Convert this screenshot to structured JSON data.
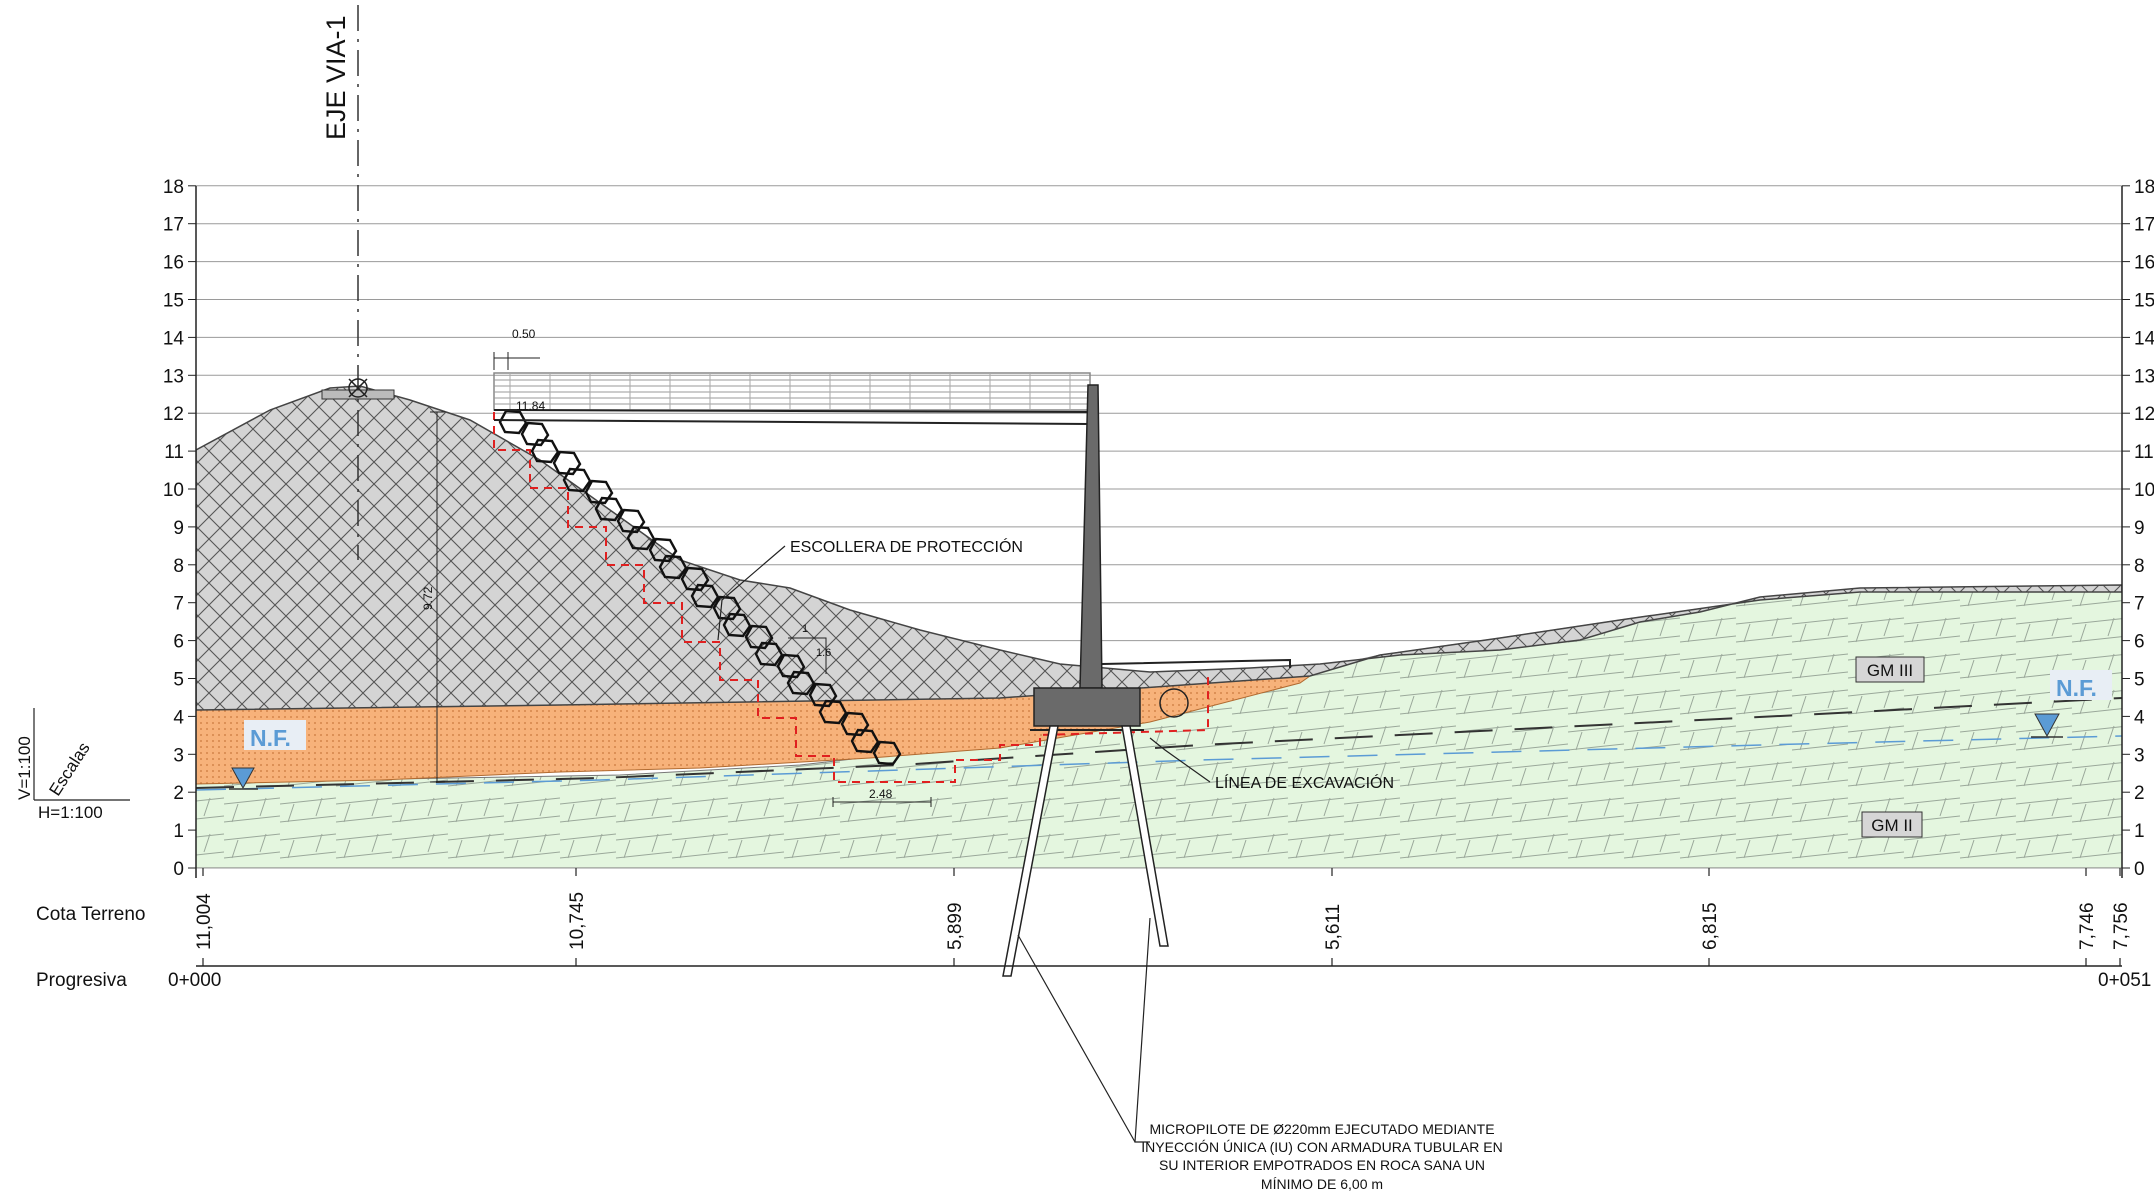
{
  "axis_title": "EJE VIA-1",
  "y_axis": {
    "min": 0,
    "max": 18,
    "step": 1,
    "ticks": [
      "0",
      "1",
      "2",
      "3",
      "4",
      "5",
      "6",
      "7",
      "8",
      "9",
      "10",
      "11",
      "12",
      "13",
      "14",
      "15",
      "16",
      "17",
      "18"
    ]
  },
  "scales": {
    "title": "Escalas",
    "vertical": "V=1:100",
    "horizontal": "H=1:100"
  },
  "rows": {
    "terrain_label": "Cota Terreno",
    "chainage_label": "Progresiva"
  },
  "terrain_values": [
    "11,004",
    "10,745",
    "5,899",
    "5,611",
    "6,815",
    "7,746",
    "7,756"
  ],
  "chainage": {
    "start": "0+000",
    "end": "0+051"
  },
  "water_level_label": "N.F.",
  "geotech_units": [
    "GM III",
    "GM II"
  ],
  "annotations": {
    "rockfill": "ESCOLLERA DE PROTECCIÓN",
    "excavation_line": "LÍNEA DE EXCAVACIÓN",
    "micropile_note": [
      "MICROPILOTE DE Ø220mm EJECUTADO MEDIANTE",
      "INYECCIÓN ÚNICA (IU) CON ARMADURA TUBULAR EN",
      "SU INTERIOR EMPOTRADOS EN ROCA SANA UN",
      "MÍNIMO DE 6,00 m"
    ]
  },
  "dimensions": {
    "railing_offset": "0.50",
    "deck_level": "11.84",
    "wall_height": "9.72",
    "slope_ratio_v": "1",
    "slope_ratio_h": "1.6",
    "toe_width": "2.48"
  },
  "colors": {
    "fill_gray": "#d4d4d4",
    "fill_orange": "#f7b27a",
    "fill_green": "#e4f6df",
    "water_blue": "#5b9bd5",
    "red_dash": "#e02020",
    "structure": "#6a6a6a"
  }
}
